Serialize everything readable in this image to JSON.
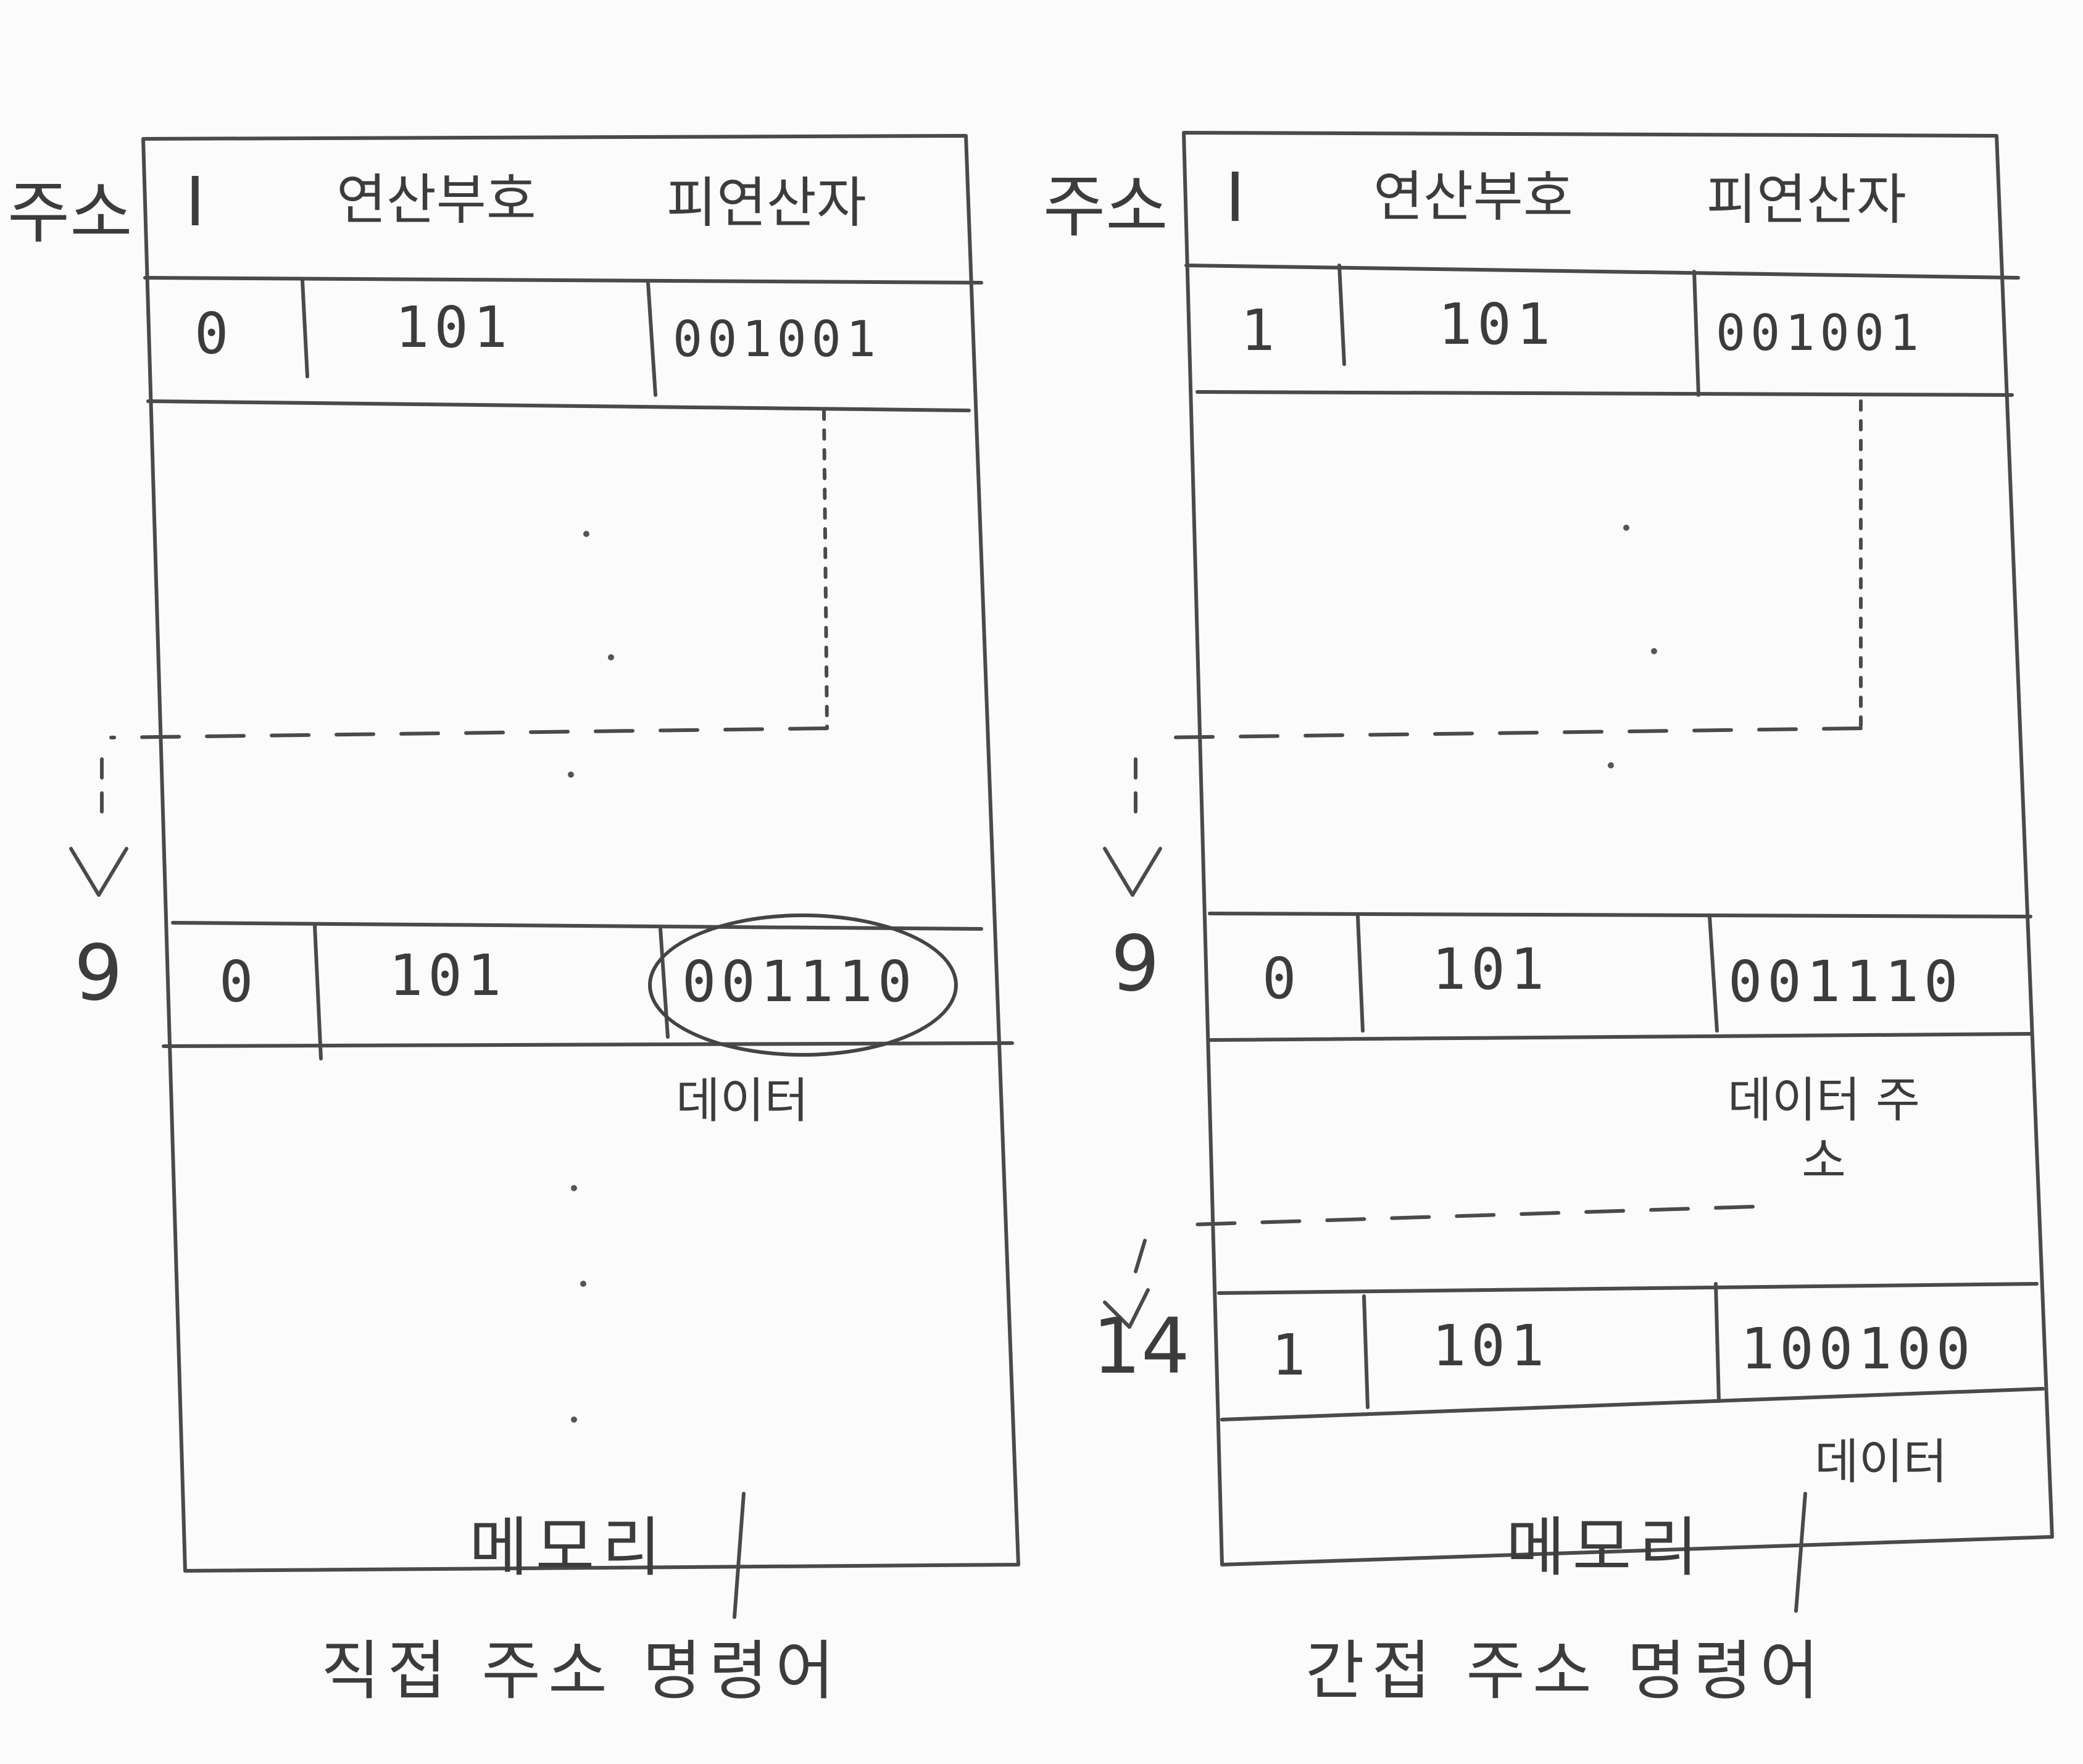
{
  "left": {
    "caption": "직접 주소 명령어",
    "header": {
      "address": "주소",
      "i_bit": "I",
      "opcode": "연산부호",
      "operand": "피연산자"
    },
    "row1": {
      "i": "0",
      "opcode": "101",
      "operand": "001001"
    },
    "row9": {
      "addr": "9",
      "i": "0",
      "opcode": "101",
      "operand": "001110",
      "note": "데이터"
    },
    "memory_label": "메모리"
  },
  "right": {
    "caption": "간접 주소 명령어",
    "header": {
      "address": "주소",
      "i_bit": "I",
      "opcode": "연산부호",
      "operand": "피연산자"
    },
    "row1": {
      "i": "1",
      "opcode": "101",
      "operand": "001001"
    },
    "row9": {
      "addr": "9",
      "i": "0",
      "opcode": "101",
      "operand": "001110",
      "note": "데이터 주소"
    },
    "row14": {
      "addr": "14",
      "i": "1",
      "opcode": "101",
      "operand": "100100",
      "note": "데이터"
    },
    "memory_label": "메모리"
  }
}
